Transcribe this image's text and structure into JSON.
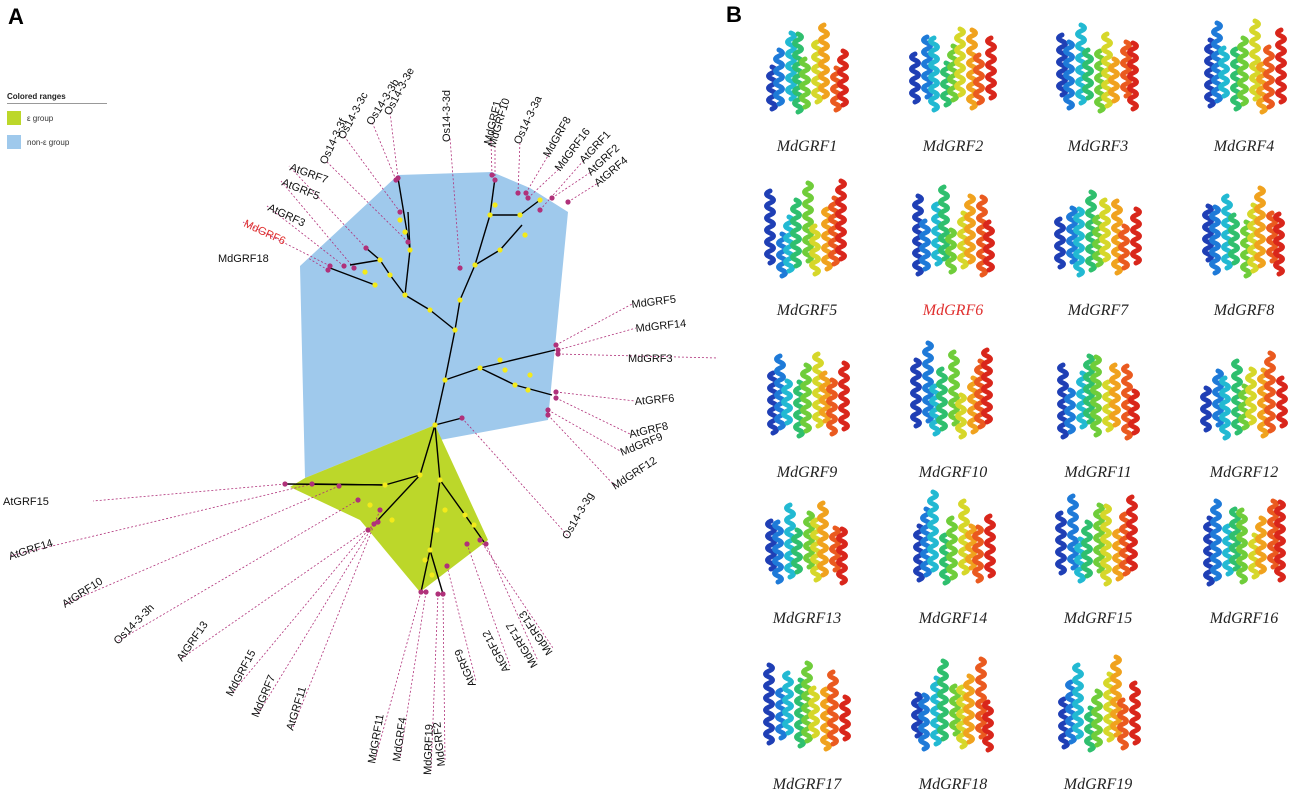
{
  "panels": {
    "a": "A",
    "b": "B"
  },
  "legend": {
    "title": "Colored ranges",
    "items": [
      {
        "label": "ε group",
        "color": "#bcd72a"
      },
      {
        "label": "non-ε group",
        "color": "#9fc9ec"
      }
    ]
  },
  "colors": {
    "highlight": "#e0302f",
    "node_internal": "#f3ea1a",
    "node_leaf": "#b0317a",
    "branch": "#000000",
    "leader": "#b0317a"
  },
  "tree_leaves": [
    "AtGRF15",
    "AtGRF14",
    "AtGRF10",
    "Os14-3-3h",
    "AtGRF13",
    "MdGRF15",
    "MdGRF7",
    "AtGRF11",
    "MdGRF11",
    "MdGRF4",
    "MdGRF19",
    "MdGRF2",
    "AtGRF9",
    "AtGRF12",
    "MdGRF17",
    "MdGRF13",
    "Os14-3-3g",
    "MdGRF12",
    "MdGRF9",
    "AtGRF8",
    "AtGRF6",
    "MdGRF3",
    "MdGRF14",
    "MdGRF5",
    "AtGRF4",
    "AtGRF2",
    "AtGRF1",
    "MdGRF16",
    "MdGRF8",
    "Os14-3-3a",
    "MdGRF10",
    "MdGRF1",
    "Os14-3-3d",
    "Os14-3-3e",
    "Os14-3-3b",
    "Os14-3-3c",
    "Os14-3-3f",
    "AtGRF7",
    "AtGRF5",
    "AtGRF3",
    "MdGRF6",
    "MdGRF18"
  ],
  "highlighted_leaf": "MdGRF6",
  "structures": [
    "MdGRF1",
    "MdGRF2",
    "MdGRF3",
    "MdGRF4",
    "MdGRF5",
    "MdGRF6",
    "MdGRF7",
    "MdGRF8",
    "MdGRF9",
    "MdGRF10",
    "MdGRF11",
    "MdGRF12",
    "MdGRF13",
    "MdGRF14",
    "MdGRF15",
    "MdGRF16",
    "MdGRF17",
    "MdGRF18",
    "MdGRF19"
  ],
  "highlighted_structure": "MdGRF6"
}
